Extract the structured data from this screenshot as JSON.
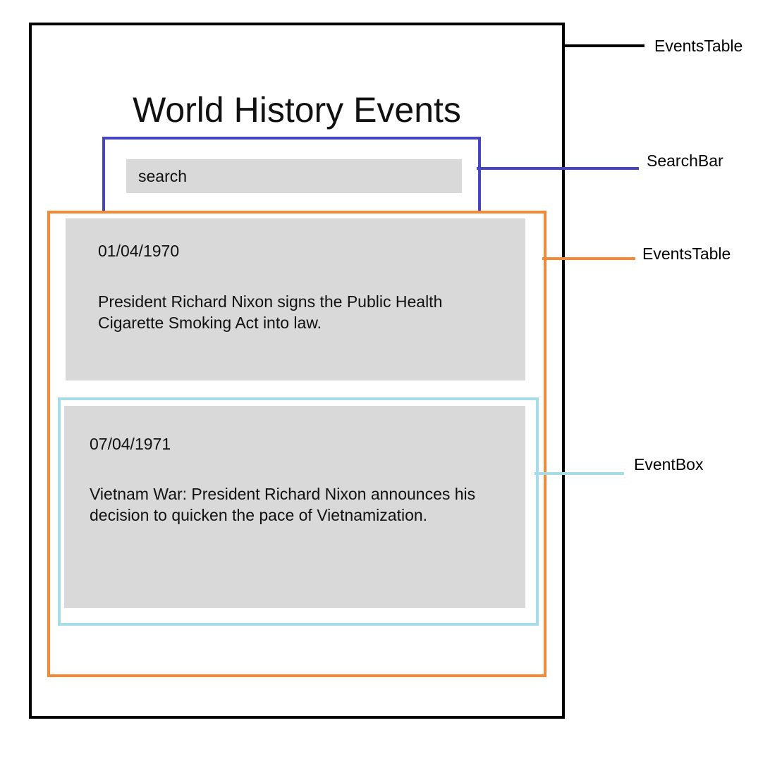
{
  "title": "World History Events",
  "search": {
    "placeholder": "search"
  },
  "events": [
    {
      "date": "01/04/1970",
      "description": "President Richard Nixon signs the Public Health Cigarette Smoking Act into law."
    },
    {
      "date": "07/04/1971",
      "description": "Vietnam War: President Richard Nixon announces his decision to quicken the pace of Vietnamization."
    }
  ],
  "annotations": [
    {
      "label": "EventsTable",
      "color": "#000000"
    },
    {
      "label": "SearchBar",
      "color": "#4545c4"
    },
    {
      "label": "EventsTable",
      "color": "#f48a36"
    },
    {
      "label": "EventBox",
      "color": "#a6dbe8"
    }
  ]
}
